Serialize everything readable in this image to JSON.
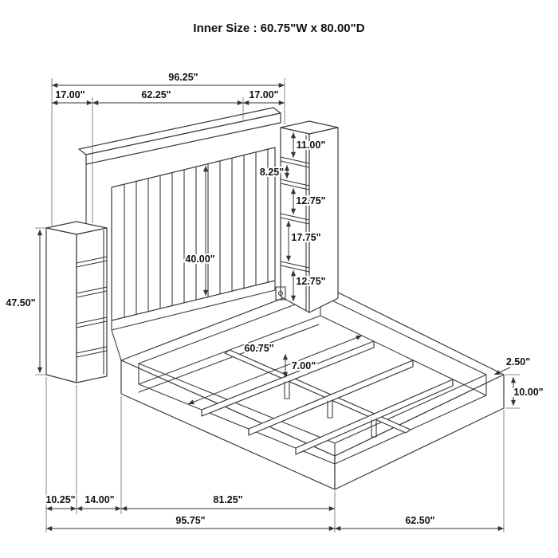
{
  "title": "Inner Size : 60.75\"W x 80.00\"D",
  "dimensions": {
    "overall_width": "96.25\"",
    "left_pier_width": "17.00\"",
    "headboard_width": "62.25\"",
    "right_pier_width": "17.00\"",
    "top_shelf_height": "11.00\"",
    "shelf_opening_1": "8.25\"",
    "shelf_opening_2": "12.75\"",
    "shelf_opening_3": "17.75\"",
    "shelf_opening_4": "12.75\"",
    "headboard_panel_height": "40.00\"",
    "pier_height": "47.50\"",
    "inner_width": "60.75\"",
    "deck_height": "7.00\"",
    "rail_thickness": "2.50\"",
    "footboard_height": "10.00\"",
    "pier_depth": "10.25\"",
    "pier_offset": "14.00\"",
    "frame_length": "81.25\"",
    "overall_depth": "95.75\"",
    "footboard_width": "62.50\""
  },
  "colors": {
    "line": "#3a3a3a",
    "dimension_line": "#333333",
    "text": "#111111",
    "background": "#ffffff"
  }
}
